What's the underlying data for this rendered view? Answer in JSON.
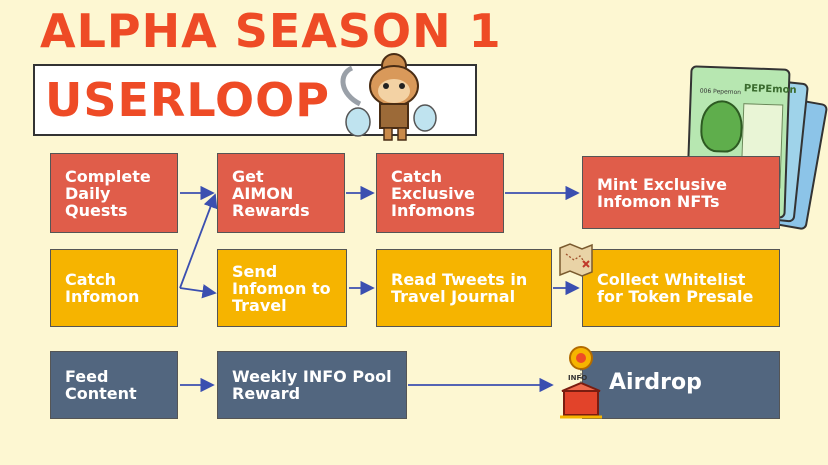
{
  "header": {
    "title": "ALPHA SEASON 1",
    "subtitle": "USERLOOP"
  },
  "flow": {
    "row1": {
      "quests": "Complete Daily Quests",
      "rewards": "Get AIMON Rewards",
      "catch_exclusive": "Catch Exclusive Infomons",
      "mint": "Mint Exclusive Infomon NFTs"
    },
    "row2": {
      "catch": "Catch Infomon",
      "travel": "Send Infomon to Travel",
      "journal": "Read Tweets in Travel Journal",
      "whitelist": "Collect Whitelist for Token Presale"
    },
    "row3": {
      "feed": "Feed Content",
      "pool": "Weekly INFO Pool Reward",
      "airdrop": "Airdrop",
      "airdrop_tag": "INFO"
    }
  },
  "card": {
    "name": "PEPEmon",
    "id": "006 Pepemon"
  },
  "colors": {
    "title": "#ee4b26",
    "row1_box": "#e05d4a",
    "row2_box": "#f6b400",
    "row3_box": "#52667f",
    "arrow": "#3b4fb0",
    "background": "#fdf7d2"
  },
  "icons": [
    "monkey-mascot-icon",
    "pepemon-card-icon",
    "treasure-map-icon",
    "airdrop-chest-icon",
    "info-coin-icon"
  ]
}
